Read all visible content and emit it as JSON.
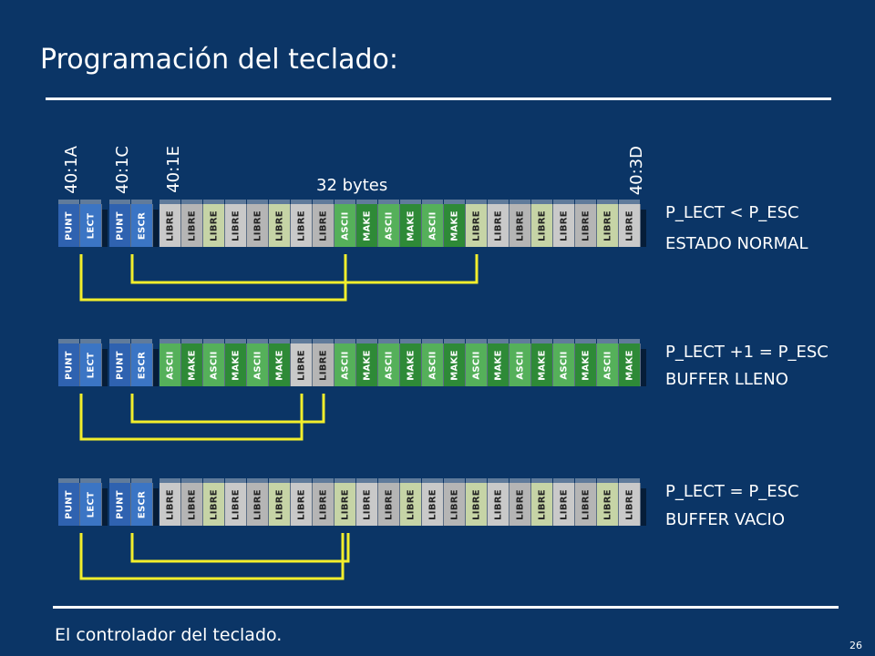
{
  "title": "Programación del teclado:",
  "footer": "El controlador del teclado.",
  "page_number": "26",
  "addresses": [
    "40:1A",
    "40:1C",
    "40:1E",
    "40:3D"
  ],
  "bytes_label": "32 bytes",
  "pointers": [
    "PUNT",
    "LECT",
    "PUNT",
    "ESCR"
  ],
  "rows": [
    {
      "desc1": "P_LECT < P_ESC",
      "desc2": "ESTADO NORMAL",
      "cells": [
        "LIBRE",
        "LIBRE",
        "LIBRE",
        "LIBRE",
        "LIBRE",
        "LIBRE",
        "LIBRE",
        "LIBRE",
        "ASCII",
        "MAKE",
        "ASCII",
        "MAKE",
        "ASCII",
        "MAKE",
        "LIBRE",
        "LIBRE",
        "LIBRE",
        "LIBRE",
        "LIBRE",
        "LIBRE",
        "LIBRE",
        "LIBRE"
      ],
      "lect_index": 8,
      "escr_index": 14
    },
    {
      "desc1": "P_LECT +1 = P_ESC",
      "desc2": "BUFFER LLENO",
      "cells": [
        "ASCII",
        "MAKE",
        "ASCII",
        "MAKE",
        "ASCII",
        "MAKE",
        "LIBRE",
        "LIBRE",
        "ASCII",
        "MAKE",
        "ASCII",
        "MAKE",
        "ASCII",
        "MAKE",
        "ASCII",
        "MAKE",
        "ASCII",
        "MAKE",
        "ASCII",
        "MAKE",
        "ASCII",
        "MAKE"
      ],
      "lect_index": 6,
      "escr_index": 7
    },
    {
      "desc1": "P_LECT  = P_ESC",
      "desc2": "BUFFER VACIO",
      "cells": [
        "LIBRE",
        "LIBRE",
        "LIBRE",
        "LIBRE",
        "LIBRE",
        "LIBRE",
        "LIBRE",
        "LIBRE",
        "LIBRE",
        "LIBRE",
        "LIBRE",
        "LIBRE",
        "LIBRE",
        "LIBRE",
        "LIBRE",
        "LIBRE",
        "LIBRE",
        "LIBRE",
        "LIBRE",
        "LIBRE",
        "LIBRE",
        "LIBRE"
      ],
      "lect_index": 8,
      "escr_index": 8
    }
  ],
  "colors": {
    "background": "#0b3566",
    "connector": "#f2ee2c",
    "libre": "#c9c9c9",
    "ascii": "#55b05a",
    "make": "#2e8a37",
    "pointer": "#2f62b0"
  }
}
